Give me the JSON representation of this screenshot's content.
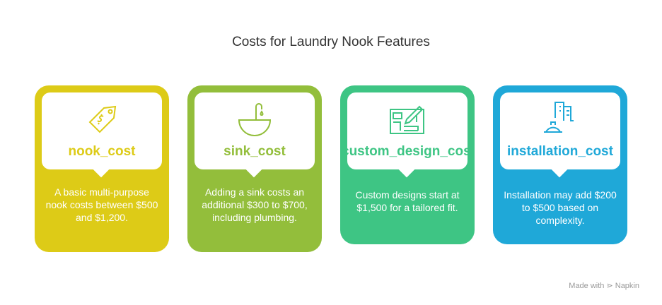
{
  "title": "Costs for Laundry Nook Features",
  "cards": [
    {
      "label": "nook_cost",
      "icon": "price-tag-icon",
      "color": "#DDCB17",
      "desc": "A basic multi-purpose nook costs between $500 and $1,200."
    },
    {
      "label": "sink_cost",
      "icon": "sink-icon",
      "color": "#93BE3B",
      "desc": "Adding a sink costs an additional $300 to $700, including plumbing."
    },
    {
      "label": "custom_design_cost",
      "icon": "blueprint-pencil-icon",
      "color": "#3EC584",
      "desc": "Custom designs start at $1,500 for a tailored fit."
    },
    {
      "label": "installation_cost",
      "icon": "construction-helmet-icon",
      "color": "#1FA8D8",
      "desc": "Installation may add $200 to $500 based on complexity."
    }
  ],
  "footer": "Made with ⋗ Napkin"
}
